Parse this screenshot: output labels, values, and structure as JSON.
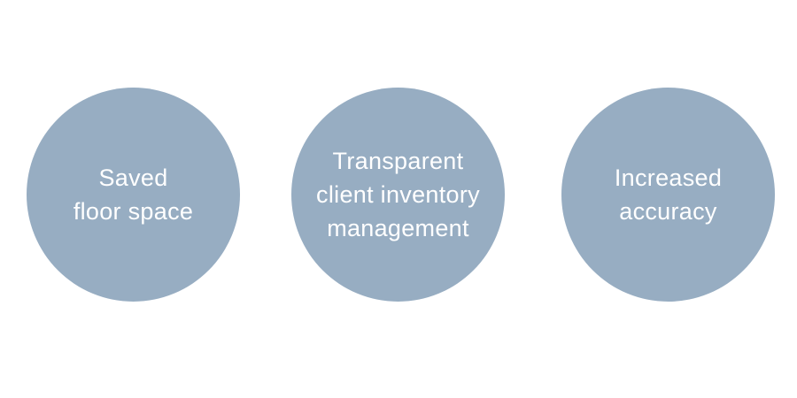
{
  "page": {
    "background_color": "#FFFFFF"
  },
  "colors": {
    "circle_fill": "#97ADC2",
    "label_text": "#FFFFFF"
  },
  "circles": [
    {
      "id": "saved-floor-space",
      "label": "Saved\nfloor space"
    },
    {
      "id": "transparent-client-inventory-management",
      "label": "Transparent\nclient inventory\nmanagement"
    },
    {
      "id": "increased-accuracy",
      "label": "Increased\naccuracy"
    }
  ]
}
